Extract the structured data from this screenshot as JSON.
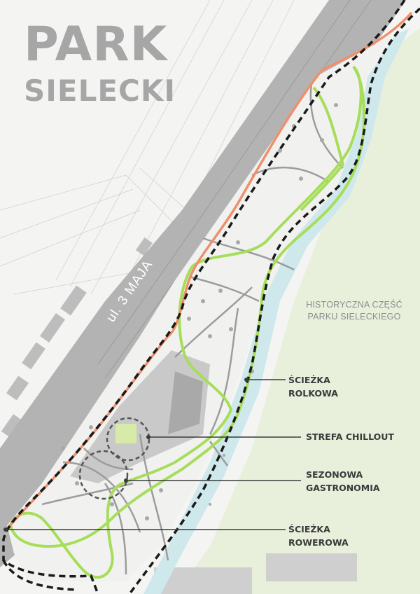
{
  "title": {
    "line1": "PARK",
    "line2": "SIELECKI"
  },
  "historic_area": {
    "line1": "HISTORYCZNA CZĘŚĆ",
    "line2": "PARKU SIELECKIEGO"
  },
  "street": {
    "name": "ul. 3 MAJA"
  },
  "callouts": [
    {
      "line1": "ŚCIEŻKA",
      "line2": "ROLKOWA"
    },
    {
      "line1": "STREFA CHILLOUT",
      "line2": ""
    },
    {
      "line1": "SEZONOWA",
      "line2": "GASTRONOMIA"
    },
    {
      "line1": "ŚCIEŻKA",
      "line2": "ROWEROWA"
    }
  ],
  "colors": {
    "inline_skate_path": "#a6dd5a",
    "bike_path": "#f08f6c",
    "river": "#cfe8ec",
    "road": "#b3b3b3",
    "boundary": "#1a1a1a",
    "historic_park_area": "#e8f0dc"
  }
}
